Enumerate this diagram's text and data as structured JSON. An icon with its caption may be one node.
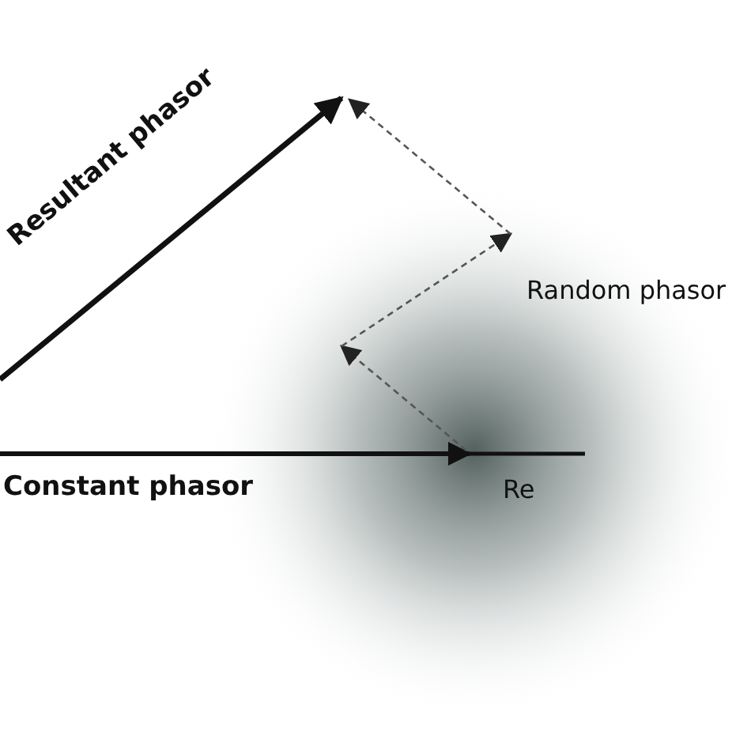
{
  "diagram": {
    "labels": [
      "Resultant phasor",
      "Random phasor",
      "Constant phasor",
      "Re"
    ]
  }
}
